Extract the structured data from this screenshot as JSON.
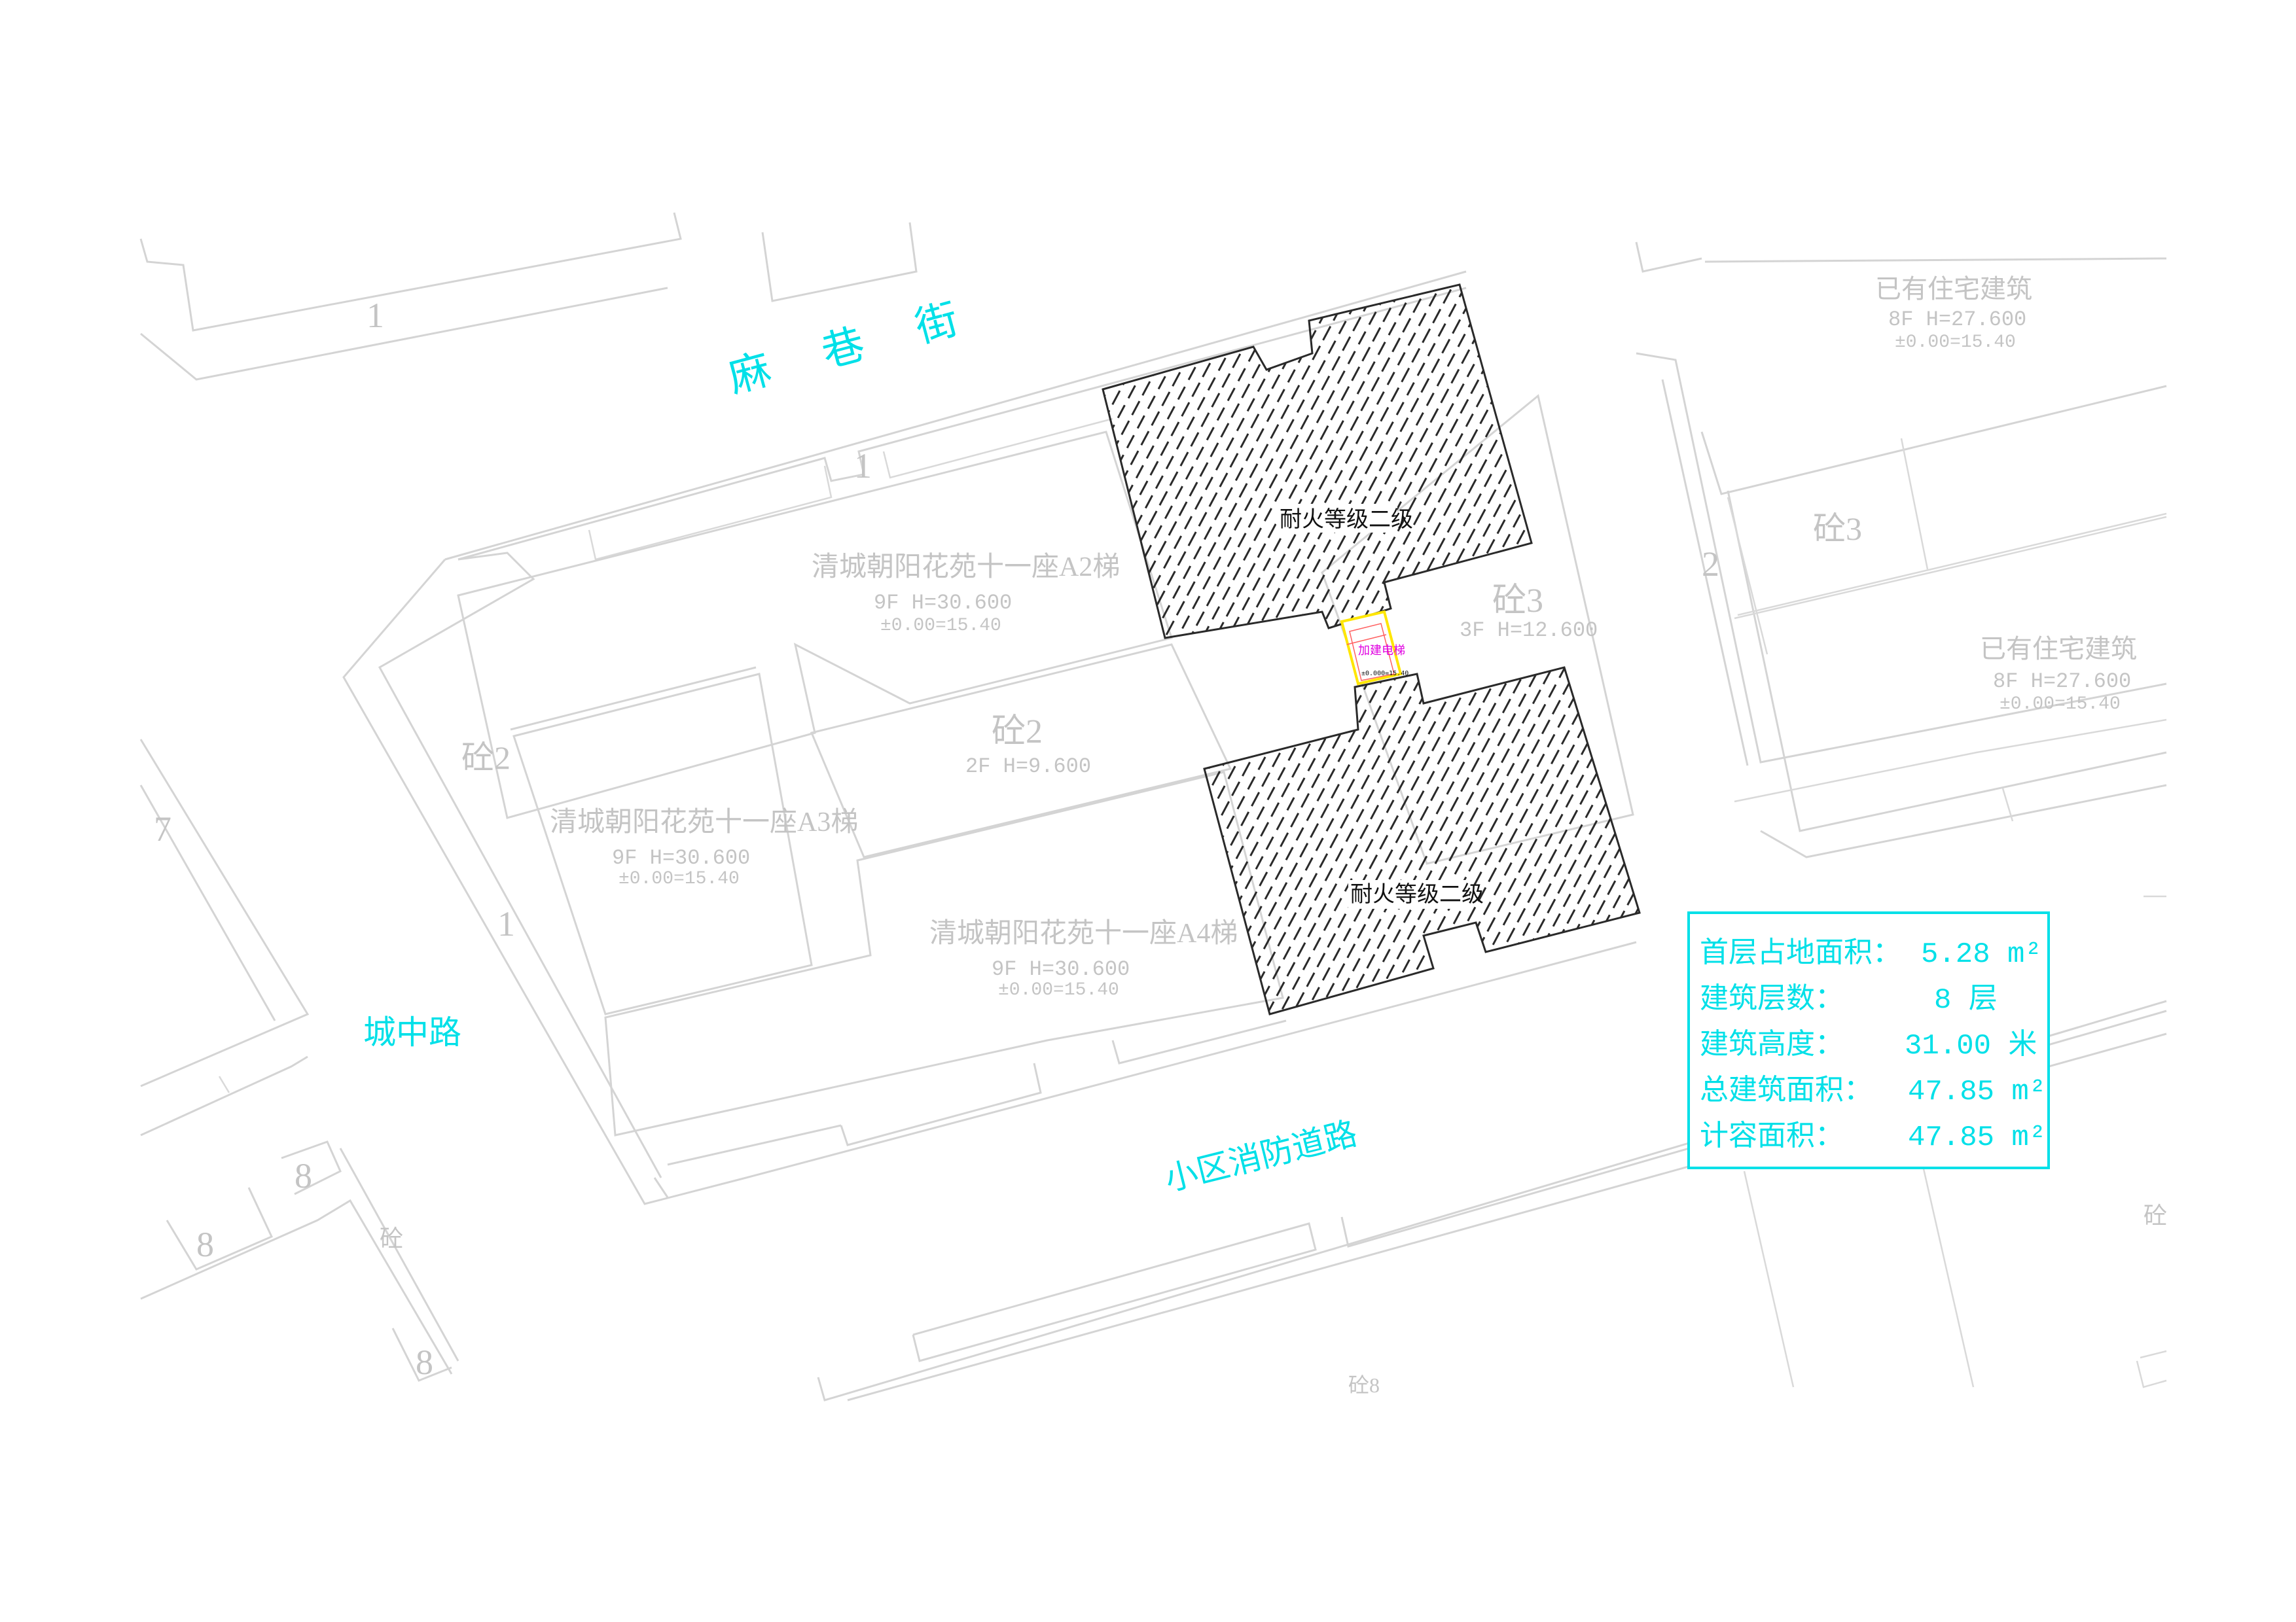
{
  "roads": {
    "north": "麻　巷　街",
    "west": "城中路",
    "south": "小区消防道路"
  },
  "buildings": {
    "a2": {
      "name": "清城朝阳花苑十一座A2梯",
      "floors": "9F H=30.600",
      "elevation": "±0.00=15.40"
    },
    "a3": {
      "name": "清城朝阳花苑十一座A3梯",
      "floors": "9F H=30.600",
      "elevation": "±0.00=15.40"
    },
    "a4": {
      "name": "清城朝阳花苑十一座A4梯",
      "floors": "9F H=30.600",
      "elevation": "±0.00=15.40"
    },
    "podium2": {
      "code": "砼2",
      "floors": "2F H=9.600"
    },
    "podium3": {
      "code": "砼3",
      "floors": "3F H=12.600"
    },
    "existing_upper": {
      "name": "已有住宅建筑",
      "floors": "8F H=27.600",
      "elevation": "±0.00=15.40"
    },
    "existing_lower": {
      "name": "已有住宅建筑",
      "floors": "8F H=27.600",
      "elevation": "±0.00=15.40"
    },
    "hatched_upper": {
      "fire_rating": "耐火等级二级"
    },
    "hatched_lower": {
      "fire_rating": "耐火等级二级"
    },
    "elevator": {
      "label": "加建电梯",
      "elevation": "±0.000=15.40"
    }
  },
  "lot_marks": {
    "n1": "1",
    "n2": "1",
    "w1": "1",
    "e2": "2",
    "w7": "7",
    "w8a": "8",
    "w8b": "8",
    "w8c": "8",
    "w_a2": "砼2",
    "e_3": "砼3",
    "sw_c": "砼",
    "se_c": "砼",
    "s_c8": "砼8"
  },
  "summary": {
    "rows": [
      {
        "label": "首层占地面积：",
        "value": "5.28 m²"
      },
      {
        "label": "建筑层数：",
        "value": "8 层"
      },
      {
        "label": "建筑高度：",
        "value": "31.00 米"
      },
      {
        "label": "总建筑面积：",
        "value": "47.85 m²"
      },
      {
        "label": "计容面积：",
        "value": "47.85 m²"
      }
    ]
  },
  "colors": {
    "line": "#d4d4d4",
    "road_label": "#00e0e8",
    "elevator_outline": "#ffe600",
    "elevator_text": "#e000e0",
    "table_border": "#00e0e8"
  }
}
